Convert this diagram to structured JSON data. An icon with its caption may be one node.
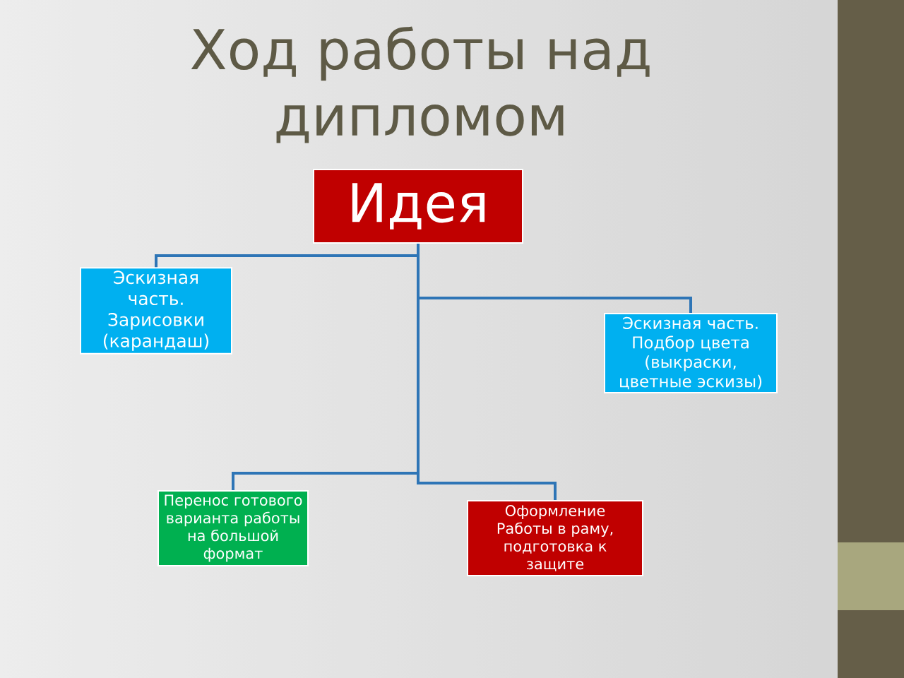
{
  "diagram": {
    "title": "Ход работы над дипломом",
    "nodes": [
      {
        "text": [
          "Идея"
        ]
      },
      {
        "text": [
          "Эскизная часть. Зарисовки (карандаш)"
        ]
      },
      {
        "text": [
          "Эскизная часть. Подбор цвета (выкраски, цветные эскизы)"
        ]
      },
      {
        "text": [
          "Перенос готового варианта работы на большой формат"
        ]
      },
      {
        "text": [
          "Оформление Работы в раму, подготовка к защите"
        ]
      }
    ],
    "edges": [
      {
        "from": 0,
        "to": 1,
        "arrow": "none"
      },
      {
        "from": 0,
        "to": 2,
        "arrow": "none"
      },
      {
        "from": 0,
        "to": 3,
        "arrow": "none"
      },
      {
        "from": 0,
        "to": 4,
        "arrow": "none"
      }
    ]
  }
}
